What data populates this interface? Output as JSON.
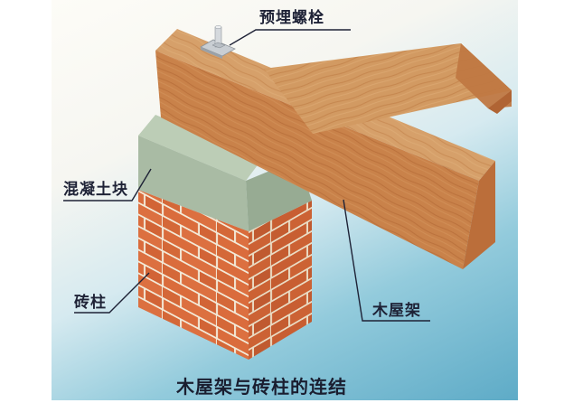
{
  "diagram": {
    "title": "木屋架与砖柱的连结",
    "labels": {
      "anchor_bolt": "预埋螺栓",
      "concrete_block": "混凝土块",
      "brick_column": "砖柱",
      "timber_truss": "木屋架"
    },
    "components": [
      {
        "id": "anchor_bolt",
        "name": "预埋螺栓",
        "description": "Embedded anchor bolt with square steel plate on top of timber beam"
      },
      {
        "id": "timber_truss",
        "name": "木屋架",
        "description": "Timber truss: tie beam with inclined rafter resting on it"
      },
      {
        "id": "concrete_block",
        "name": "混凝土块",
        "description": "Concrete pad block on top of brick column"
      },
      {
        "id": "brick_column",
        "name": "砖柱",
        "description": "Brick masonry column"
      }
    ],
    "colors": {
      "wood_top": "#d49a5e",
      "wood_side": "#c47a42",
      "wood_end": "#b86a38",
      "concrete_front": "#a7b9a2",
      "concrete_side": "#94a891",
      "concrete_top": "#b8c9b2",
      "brick": "#d86a3c",
      "brick_dark": "#c05a30",
      "mortar": "#f3ead8",
      "leader_line": "#1e2236",
      "background_light": "#fdfcf7",
      "background_blue": "#5eabc7"
    }
  }
}
